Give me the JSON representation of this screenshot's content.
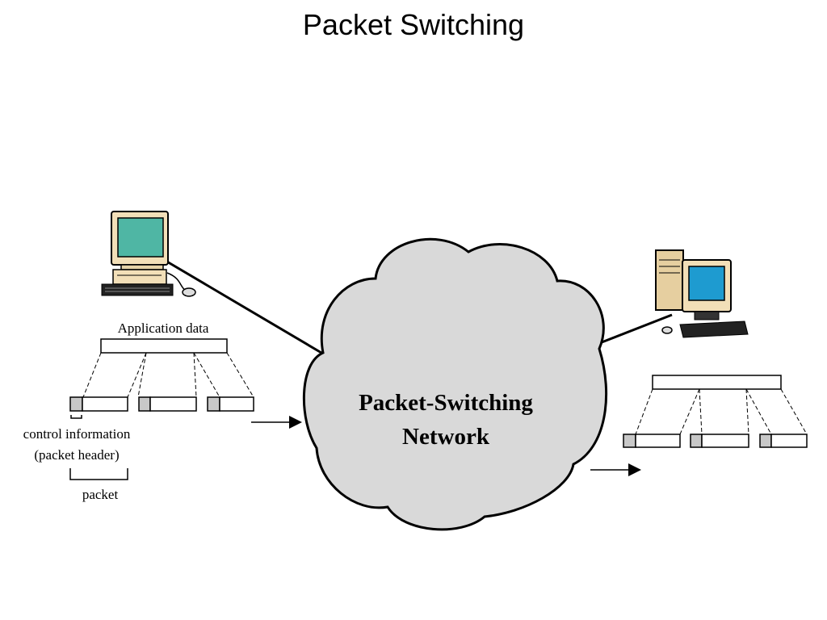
{
  "title": "Packet Switching",
  "diagram": {
    "cloud_label_line1": "Packet-Switching",
    "cloud_label_line2": "Network",
    "application_data_label": "Application data",
    "control_info_label_line1": "control information",
    "control_info_label_line2": "(packet header)",
    "packet_label": "packet"
  },
  "colors": {
    "cloud_fill": "#d9d9d9",
    "header_fill": "#c8c8c8",
    "left_screen": "#4fb6a4",
    "right_screen": "#1e9bd0",
    "computer_body": "#f2dfb8"
  }
}
